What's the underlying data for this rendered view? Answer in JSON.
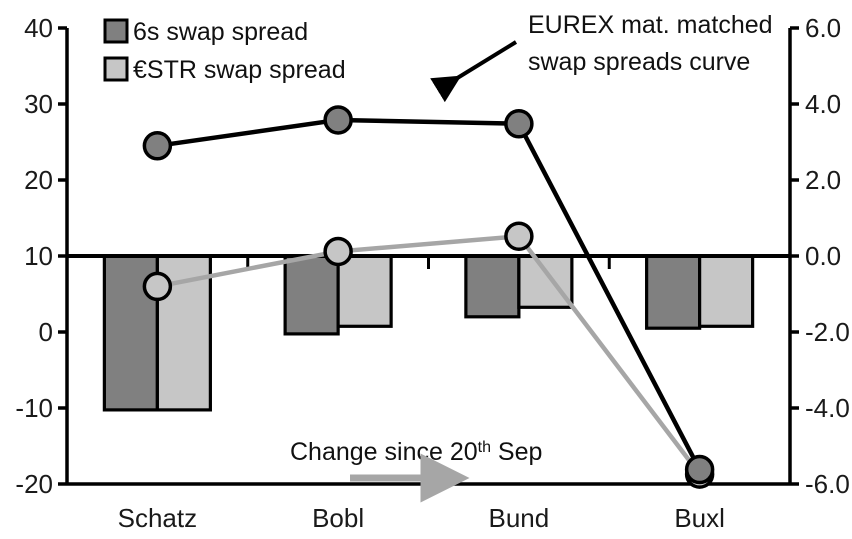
{
  "chart_data": {
    "type": "bar",
    "title": "",
    "xlabel": "",
    "categories": [
      "Schatz",
      "Bobl",
      "Bund",
      "Buxl"
    ],
    "grid": false,
    "legend_position": "top-left",
    "axes": {
      "left": {
        "label": "",
        "ylim": [
          -20,
          40
        ],
        "ticks": [
          40,
          30,
          20,
          10,
          0,
          -10,
          -20
        ],
        "ticklabels": [
          "40",
          "30",
          "20",
          "10",
          "0",
          "-10",
          "-20"
        ]
      },
      "right": {
        "label": "",
        "ylim": [
          -6.0,
          6.0
        ],
        "ticks": [
          6.0,
          4.0,
          2.0,
          0.0,
          -2.0,
          -4.0,
          -6.0
        ],
        "ticklabels": [
          "6.0",
          "4.0",
          "2.0",
          "0.0",
          "-2.0",
          "-4.0",
          "-6.0"
        ]
      }
    },
    "series": [
      {
        "name": "6s swap spread",
        "kind": "bar",
        "axis": "right",
        "color": "#808080",
        "edge": "#000000",
        "values": [
          -4.05,
          -2.05,
          -1.6,
          -1.9
        ]
      },
      {
        "name": "€STR swap spread",
        "kind": "bar",
        "axis": "right",
        "color": "#c6c6c6",
        "edge": "#000000",
        "values": [
          -4.05,
          -1.85,
          -1.35,
          -1.85
        ]
      },
      {
        "name": "EUREX mat. matched swap spreads curve",
        "kind": "line",
        "axis": "left",
        "color": "#000000",
        "marker_fill": "#808080",
        "values": [
          24.5,
          27.9,
          27.4,
          -18.1
        ]
      },
      {
        "name": "Change since 20th Sep",
        "kind": "line",
        "axis": "left",
        "color": "#a6a6a6",
        "marker_fill": "#c6c6c6",
        "values": [
          6.0,
          10.6,
          12.6,
          -18.7
        ]
      }
    ]
  },
  "legend": {
    "items": [
      {
        "label": "6s swap spread",
        "color": "#808080"
      },
      {
        "label": "€STR swap spread",
        "color": "#c6c6c6"
      }
    ]
  },
  "annotations": {
    "curve_note": {
      "line1": "EUREX mat. matched",
      "line2": "swap spreads curve"
    },
    "change_note": {
      "pre": "Change since 20",
      "sup": "th",
      "post": " Sep"
    }
  }
}
